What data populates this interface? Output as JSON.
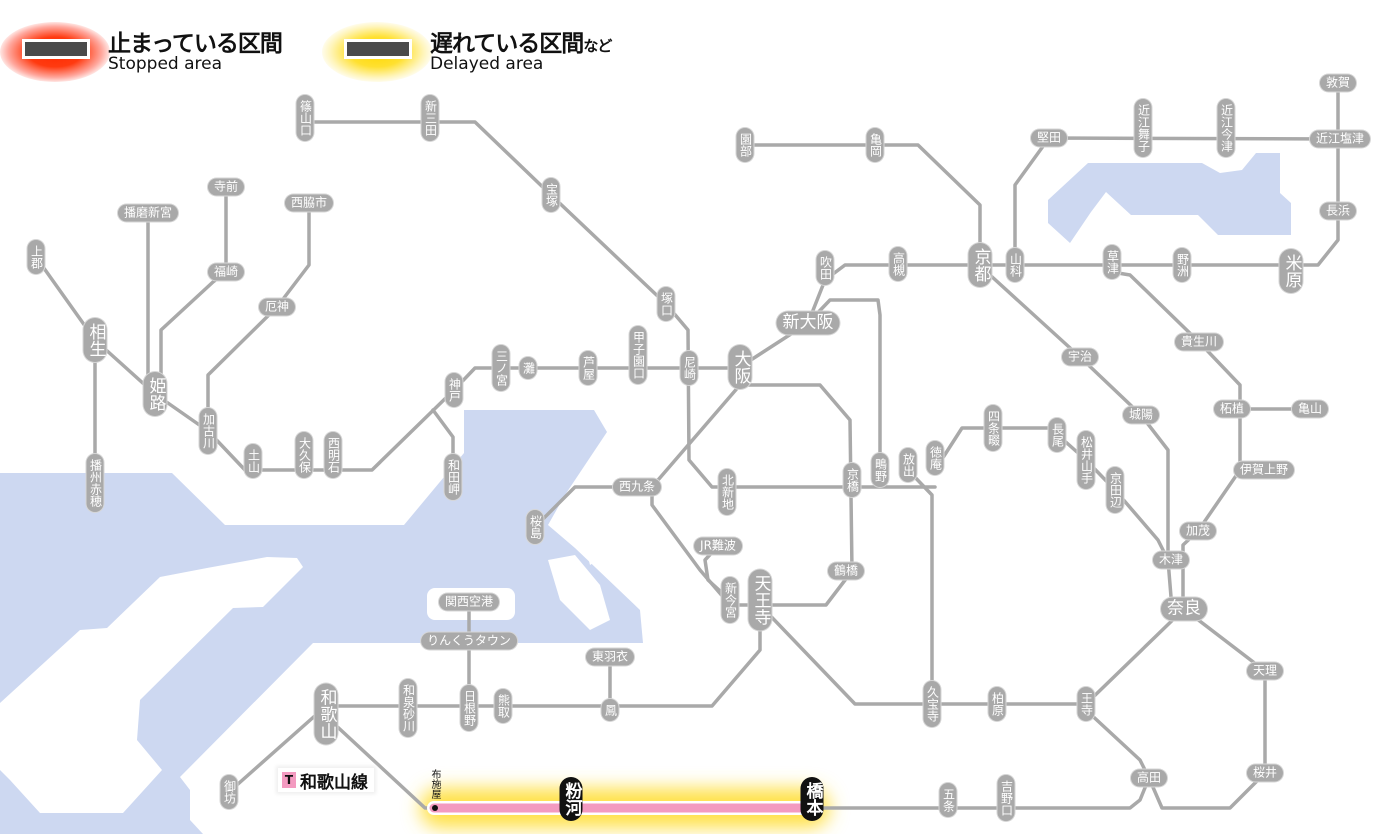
{
  "legend": {
    "stopped": {
      "label_jp": "止まっている区間",
      "label_en": "Stopped area",
      "glow_color": "#ff2a00"
    },
    "delayed": {
      "label_jp": "遅れている区間",
      "suffix_jp": "など",
      "label_en": "Delayed area",
      "glow_color": "#ffd800"
    }
  },
  "colors": {
    "water": "#cdd8f1",
    "line": "#a9a9a9",
    "station": "#a9a9a9",
    "affected_line": "#f39ac0",
    "delay_glow": "#ffe14a"
  },
  "affected_line": {
    "mark": "T",
    "name": "和歌山線",
    "status": "delayed"
  },
  "stations": {
    "sasayamaguchi": "篠山口",
    "shinsanda": "新三田",
    "takarazuka": "宝塚",
    "tsukaguchi": "塚口",
    "amagasaki": "尼崎",
    "koshienguchi": "甲子園口",
    "ashiya": "芦屋",
    "nada": "灘",
    "sannomiya": "三ノ宮",
    "kobe": "神戸",
    "wadamisaki": "和田岬",
    "nishiakashi": "西明石",
    "okubo": "大久保",
    "tsuchiyama": "土山",
    "kakogawa": "加古川",
    "yakujin": "厄神",
    "nishiwakishi": "西脇市",
    "teramae": "寺前",
    "fukusaki": "福崎",
    "harimashingu": "播磨新宮",
    "kamigori": "上郡",
    "aioi": "相生",
    "himeji": "姫路",
    "banshuako": "播州赤穂",
    "osaka": "大阪",
    "shinosaka": "新大阪",
    "suita": "吹田",
    "takatsuki": "高槻",
    "kyoto": "京都",
    "yamashina": "山科",
    "sonobe": "園部",
    "kameoka": "亀岡",
    "katata": "堅田",
    "omimaiko": "近江舞子",
    "omiimazu": "近江今津",
    "omishiotsu": "近江塩津",
    "tsuruga": "敦賀",
    "nagahama": "長浜",
    "maibara": "米原",
    "yasu": "野洲",
    "kusatsu": "草津",
    "uji": "宇治",
    "kibukawa": "貴生川",
    "tsuge": "柘植",
    "kameyama": "亀山",
    "igaueno": "伊賀上野",
    "joyo": "城陽",
    "kamo": "加茂",
    "kizu": "木津",
    "nara": "奈良",
    "tenri": "天理",
    "sakurai": "桜井",
    "takada": "高田",
    "oji": "王寺",
    "kashiwara": "柏原",
    "kyuhoji": "久宝寺",
    "yoshinoguchi": "吉野口",
    "gojo": "五条",
    "shijonawate": "四条畷",
    "nagao": "長尾",
    "matsuiyamate": "松井山手",
    "kyotanabe": "京田辺",
    "tokuan": "徳庵",
    "hanaten": "放出",
    "shigino": "鴫野",
    "kyobashi": "京橋",
    "kitashinchi": "北新地",
    "nishikujo": "西九条",
    "sakurajima": "桜島",
    "jrnamba": "JR難波",
    "shinimamiya": "新今宮",
    "tennoji": "天王寺",
    "tsuruhashi": "鶴橋",
    "kansaiairport": "関西空港",
    "rinkutown": "りんくうタウン",
    "higashihagoromo": "東羽衣",
    "otori": "鳳",
    "kumatori": "熊取",
    "hineno": "日根野",
    "izumisunagawa": "和泉砂川",
    "wakayama": "和歌山",
    "gobo": "御坊",
    "hoshiya": "布施屋",
    "kokawa": "粉河",
    "hashimoto": "橋本"
  }
}
